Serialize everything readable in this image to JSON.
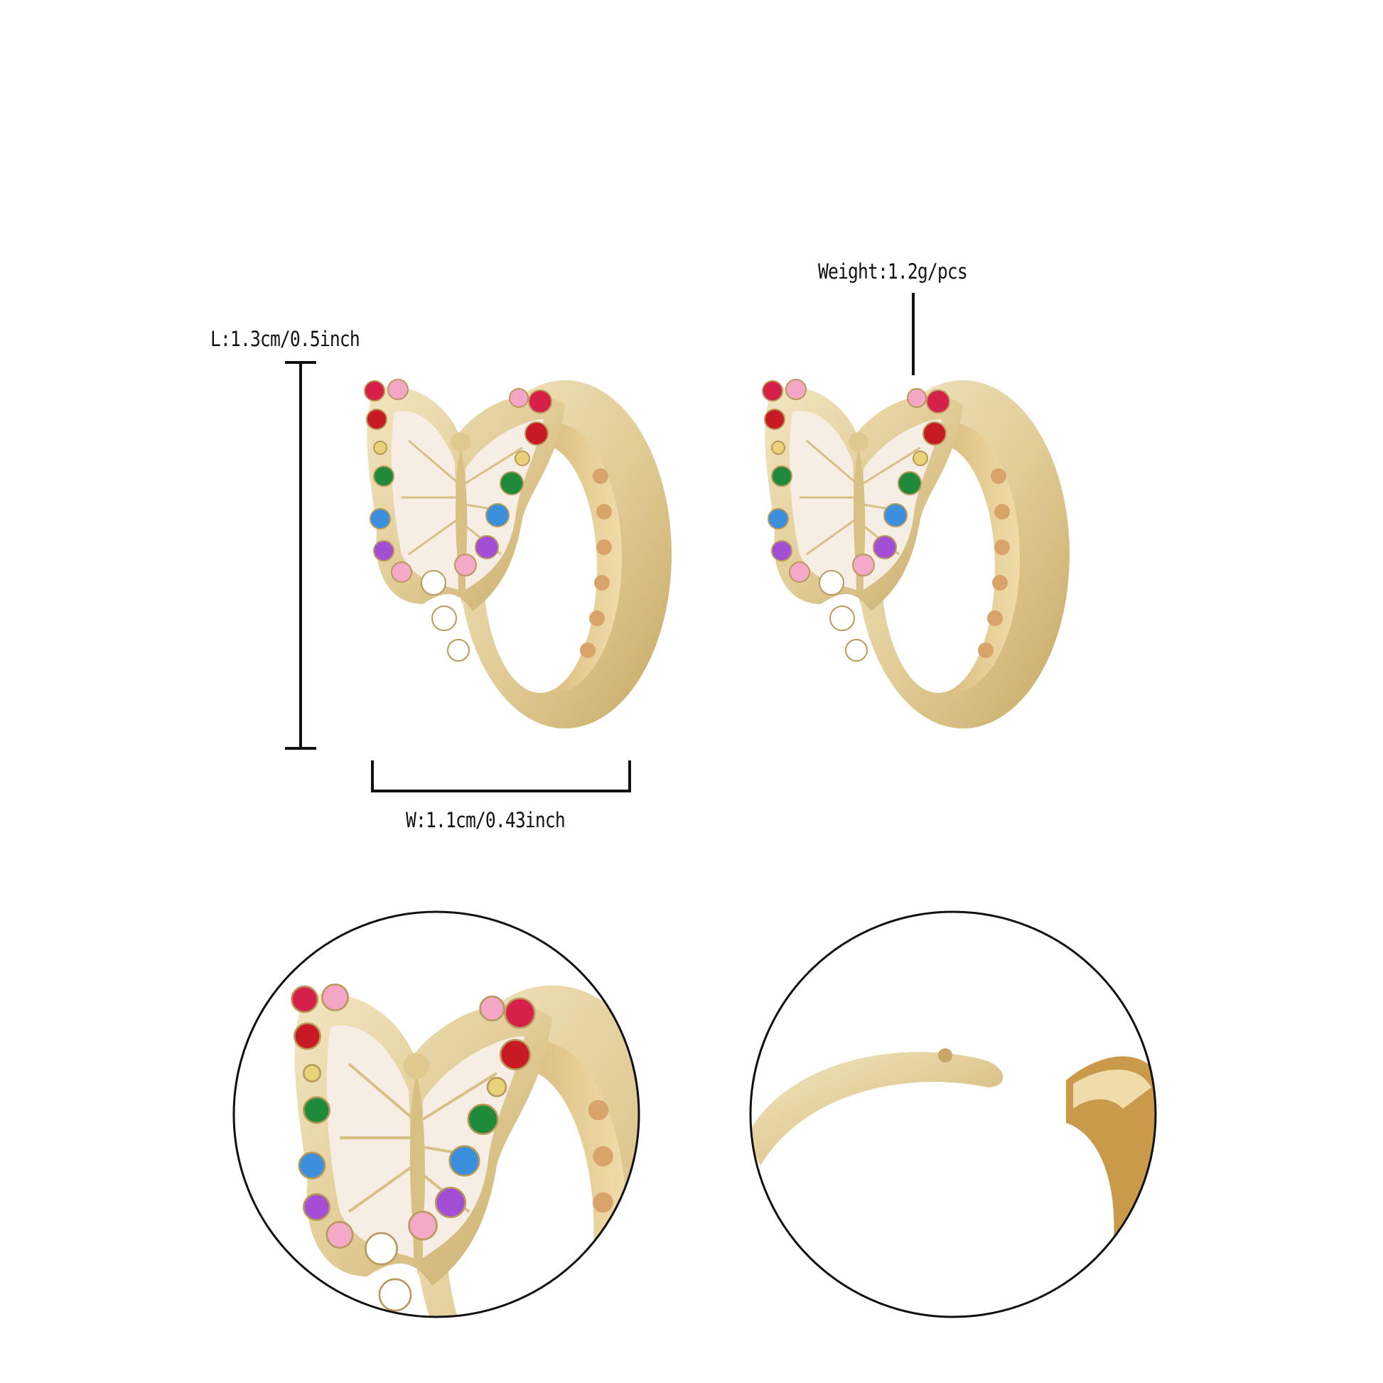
{
  "dimensions": {
    "length_label": "L:1.3cm/0.5inch",
    "width_label": "W:1.1cm/0.43inch",
    "weight_label": "Weight:1.2g/pcs"
  },
  "colors": {
    "gold": "#e3cf9c",
    "gold_dark": "#b8995a",
    "enamel": "#f6eee4",
    "stones": [
      "#d6204a",
      "#f3a6c5",
      "#c81a22",
      "#e8d27a",
      "#1f8a3a",
      "#3b8fdc",
      "#a24fd6",
      "#f5a9c8",
      "#ffffff"
    ]
  }
}
